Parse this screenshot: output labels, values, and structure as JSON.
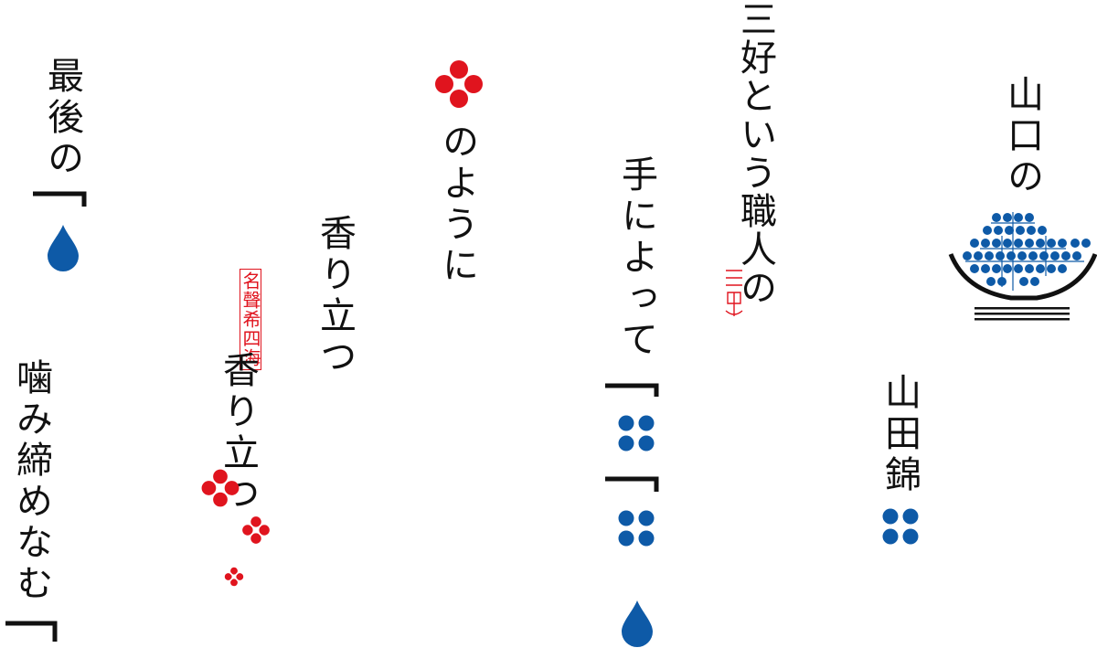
{
  "colors": {
    "ink": "#111111",
    "red": "#e0141e",
    "blue": "#0e5aa7"
  },
  "columns": {
    "c1": "山口の",
    "c2": "山田錦",
    "c3": "三好という職人の",
    "c4": "手によって",
    "c5": "のように",
    "c6": "香り立つ",
    "c7": "香り立つ",
    "c8": "最後の",
    "c9": "噛み締めなむ"
  },
  "stamp": "名聲希四海",
  "icons": [
    "rice-bowl-icon",
    "blue-flower-icon",
    "red-flower-icon",
    "water-drop-icon",
    "vertical-dash-icon",
    "seal-mark-icon"
  ]
}
